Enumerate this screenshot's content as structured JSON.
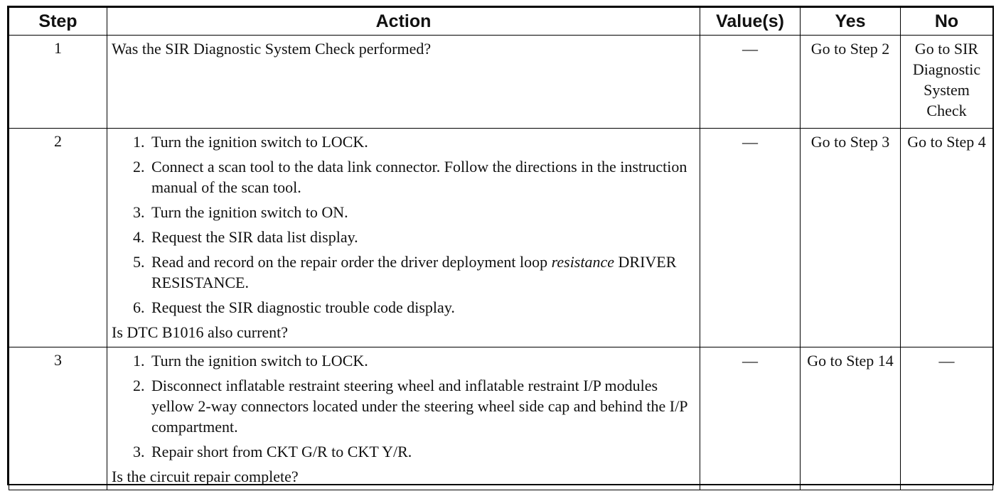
{
  "headers": {
    "step": "Step",
    "action": "Action",
    "values": "Value(s)",
    "yes": "Yes",
    "no": "No"
  },
  "rows": [
    {
      "step": "1",
      "question": "Was the SIR Diagnostic System Check performed?",
      "value": "—",
      "yes": "Go to Step 2",
      "no": "Go to SIR Diagnostic System Check"
    },
    {
      "step": "2",
      "items": [
        "Turn the ignition switch to LOCK.",
        "Connect a scan tool to the data link connector. Follow the directions in the instruction manual of the scan tool.",
        "Turn the ignition switch to ON.",
        "Request the SIR data list display.",
        "Read and record on the repair order the driver deployment loop",
        "Request the SIR diagnostic trouble code display."
      ],
      "item5_italic": "resistance",
      "item5_rest": " DRIVER RESISTANCE.",
      "question": "Is DTC B1016 also current?",
      "value": "—",
      "yes": "Go to Step 3",
      "no": "Go to Step 4"
    },
    {
      "step": "3",
      "items": [
        "Turn the ignition switch to LOCK.",
        "Disconnect inflatable restraint steering wheel and inflatable restraint I/P modules yellow 2-way connectors located under the steering wheel side cap and behind the I/P compartment.",
        "Repair short from CKT G/R to CKT Y/R."
      ],
      "question": "Is the circuit repair complete?",
      "value": "—",
      "yes": "Go to Step 14",
      "no": "—"
    }
  ]
}
